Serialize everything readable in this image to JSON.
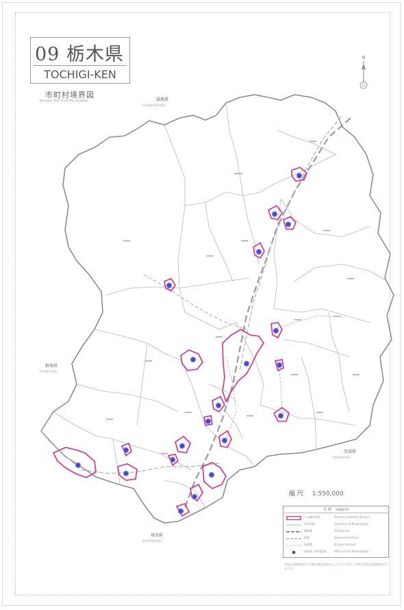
{
  "title": {
    "number_kanji": "09 栃木県",
    "romaji": "TOCHIGI-KEN",
    "subtitle_jp": "市町村境界図",
    "subtitle_en": "Boundary Map of the Municipalities"
  },
  "neighbors": [
    {
      "id": "fukushima",
      "jp": "福島県",
      "en": "FUKUSHIMA-KEN"
    },
    {
      "id": "gunma",
      "jp": "群馬県",
      "en": "GUNMA-KEN"
    },
    {
      "id": "ibaraki",
      "jp": "茨城県",
      "en": "IBARAKI-KEN"
    },
    {
      "id": "saitama",
      "jp": "埼玉県",
      "en": "SAITAMA-KEN"
    }
  ],
  "compass": {
    "label": "N"
  },
  "scale": {
    "label": "縮 尺",
    "value": "1:550,000"
  },
  "legend": {
    "title_jp": "凡 例",
    "title_en": "Legend",
    "items": [
      {
        "id": "did",
        "jp": "人口集中地区",
        "en": "Densely Inhabited District",
        "kind": "did"
      },
      {
        "id": "municipal",
        "jp": "市町村界",
        "en": "Boundary of Municipality",
        "kind": "municipal"
      },
      {
        "id": "shinkansen",
        "jp": "新幹線",
        "en": "Shinkansen",
        "kind": "shinkansen"
      },
      {
        "id": "jr",
        "jp": "JR線",
        "en": "Japanese Railroad",
        "kind": "jr"
      },
      {
        "id": "private",
        "jp": "私鉄線",
        "en": "Private Railroad",
        "kind": "private"
      },
      {
        "id": "hall",
        "jp": "市役所・町村役場",
        "en": "Office of the Municipality",
        "kind": "hall"
      }
    ]
  },
  "note": "本図は国勢調査の人口集中地区境界を示したものであり、市町村境界は調査時点のものです。",
  "colors": {
    "border": "#8c8c8c",
    "muni": "#b8b8b8",
    "did": "#e0288c",
    "hall": "#4646d2",
    "rail": "#a0a0a0"
  }
}
